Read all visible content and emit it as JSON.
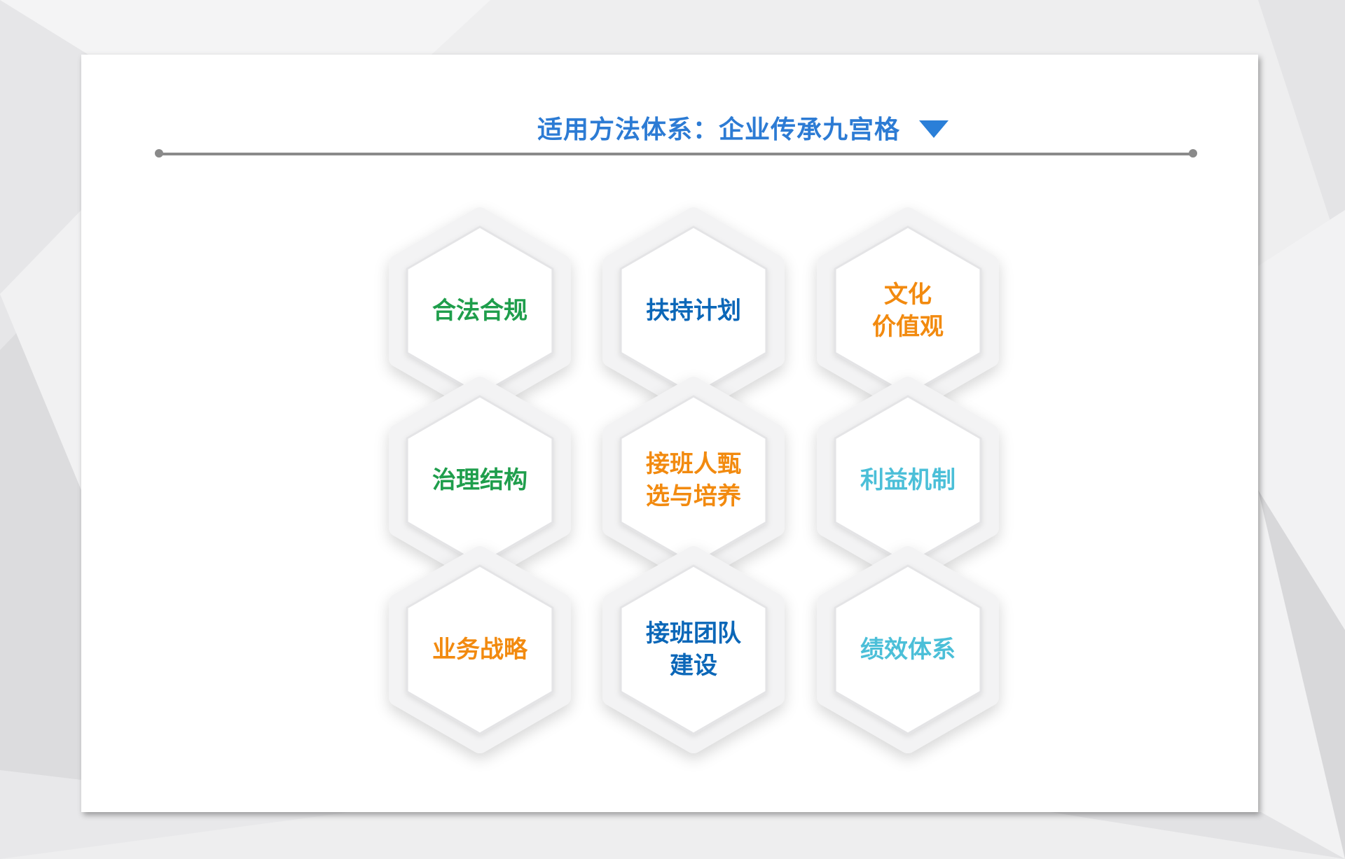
{
  "title": "适用方法体系：企业传承九宫格",
  "colors": {
    "title": "#2c7bd4",
    "green": "#1f9e4c",
    "blue": "#0b67b8",
    "orange": "#f28a0f",
    "cyan": "#4bbfd8"
  },
  "grid": [
    {
      "row": 0,
      "col": 0,
      "lines": [
        "合法合规"
      ],
      "color": "#1f9e4c"
    },
    {
      "row": 0,
      "col": 1,
      "lines": [
        "扶持计划"
      ],
      "color": "#0b67b8"
    },
    {
      "row": 0,
      "col": 2,
      "lines": [
        "文化",
        "价值观"
      ],
      "color": "#f28a0f"
    },
    {
      "row": 1,
      "col": 0,
      "lines": [
        "治理结构"
      ],
      "color": "#1f9e4c"
    },
    {
      "row": 1,
      "col": 1,
      "lines": [
        "接班人甄",
        "选与培养"
      ],
      "color": "#f28a0f"
    },
    {
      "row": 1,
      "col": 2,
      "lines": [
        "利益机制"
      ],
      "color": "#4bbfd8"
    },
    {
      "row": 2,
      "col": 0,
      "lines": [
        "业务战略"
      ],
      "color": "#f28a0f"
    },
    {
      "row": 2,
      "col": 1,
      "lines": [
        "接班团队",
        "建设"
      ],
      "color": "#0b67b8"
    },
    {
      "row": 2,
      "col": 2,
      "lines": [
        "绩效体系"
      ],
      "color": "#4bbfd8"
    }
  ]
}
